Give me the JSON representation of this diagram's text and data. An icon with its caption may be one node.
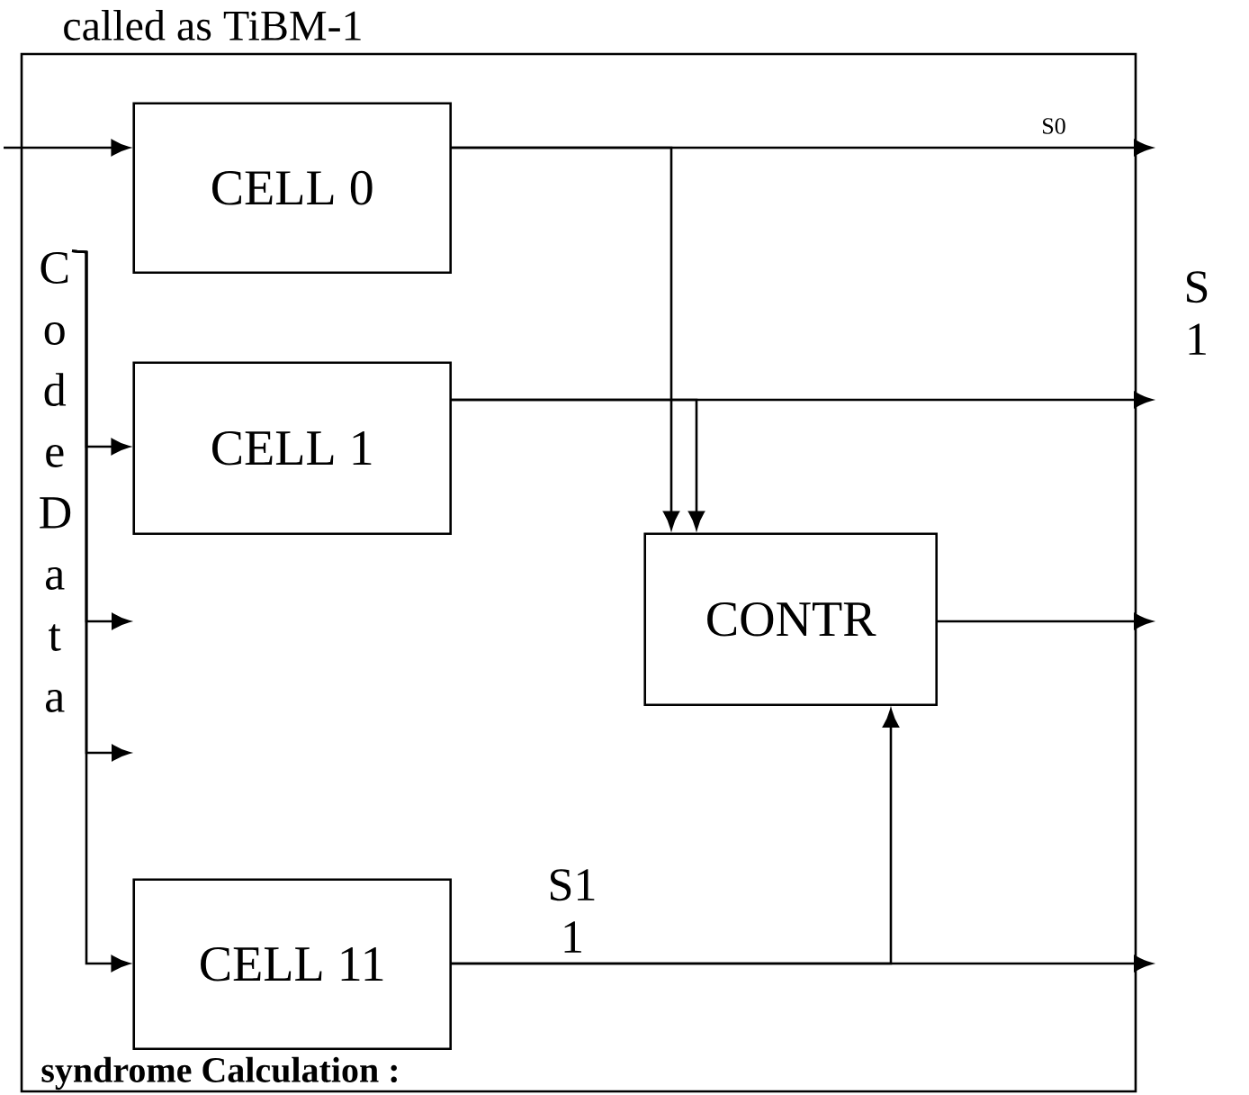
{
  "diagram": {
    "nodes": [
      {
        "text": [],
        "shape": "box"
      },
      {
        "text": [
          "CELL 0"
        ],
        "in": 0
      },
      {
        "text": [
          "CELL 1"
        ],
        "in": 0
      },
      {
        "text": [
          "CONTR"
        ],
        "in": 0
      },
      {
        "text": [
          "CELL 11"
        ],
        "in": 0
      },
      {
        "text": [
          "Code Data"
        ],
        "in": 0
      }
    ],
    "edges": [
      {
        "from": null,
        "to": 1,
        "arrow": "to"
      },
      {
        "from": 5,
        "to": 2,
        "arrow": "to"
      },
      {
        "from": 5,
        "to": null,
        "arrow": "to"
      },
      {
        "from": 5,
        "to": null,
        "arrow": "to"
      },
      {
        "from": 5,
        "to": 4,
        "arrow": "to"
      },
      {
        "from": 1,
        "to": null,
        "arrow": "to"
      },
      {
        "from": 1,
        "to": 3,
        "arrow": "to"
      },
      {
        "from": 2,
        "to": null,
        "arrow": "to"
      },
      {
        "from": 2,
        "to": 3,
        "arrow": "to"
      },
      {
        "from": 3,
        "to": null,
        "arrow": "to"
      },
      {
        "from": 4,
        "to": null,
        "arrow": "to"
      },
      {
        "from": 4,
        "to": 3,
        "arrow": "to"
      }
    ],
    "labels": [
      "called as TiBM-1",
      "S0",
      "S 1",
      "S1 1",
      "syndrome Calculation :"
    ]
  }
}
